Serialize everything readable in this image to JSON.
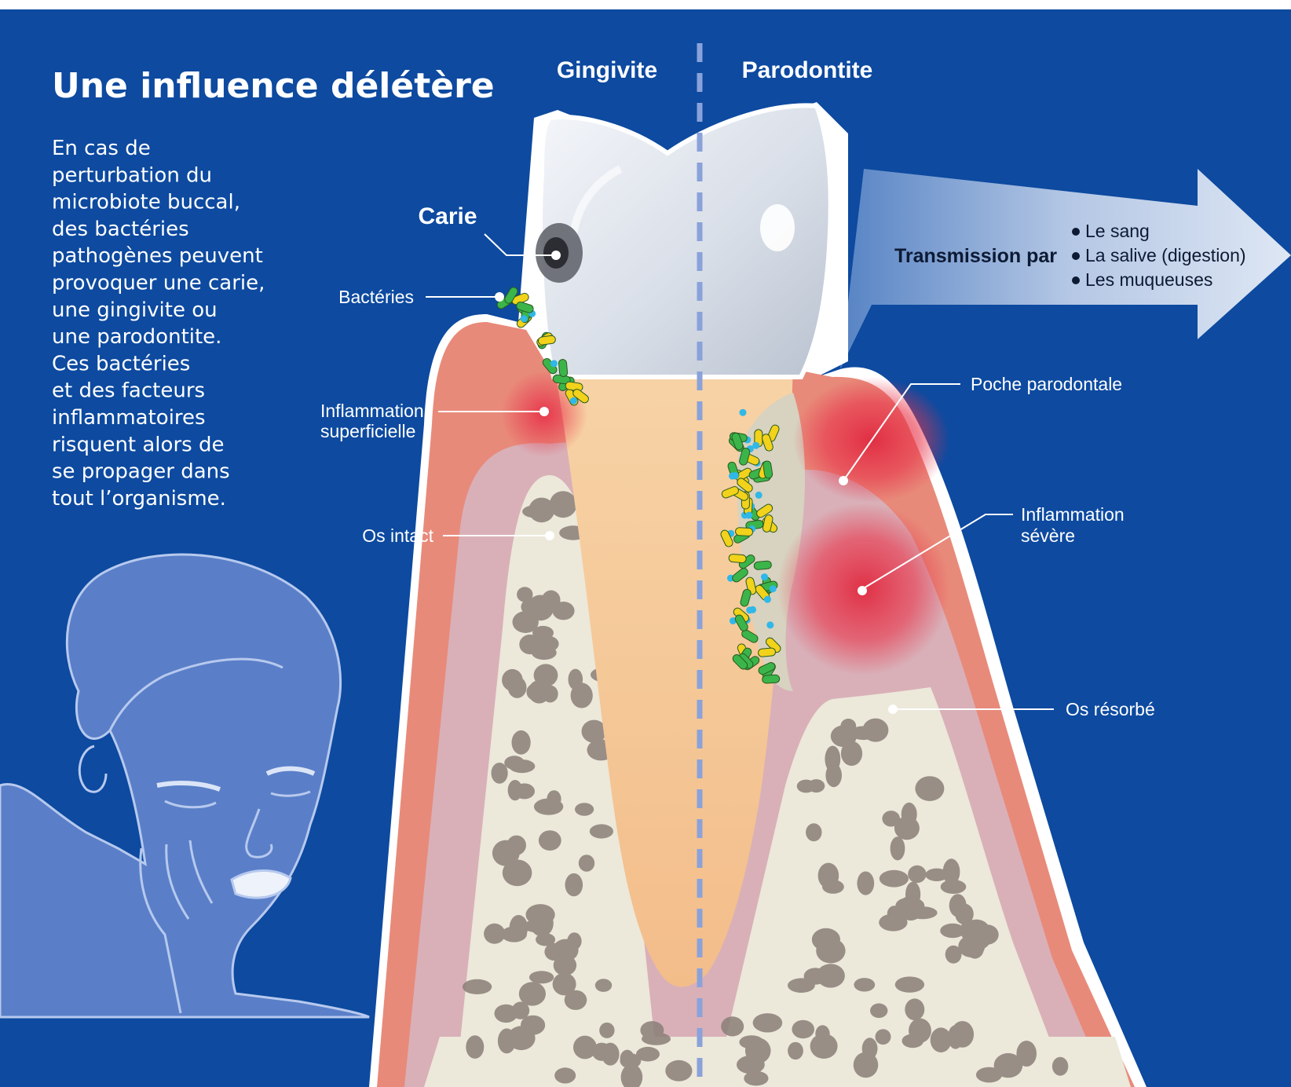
{
  "title": "Une influence délétère",
  "intro_lines": [
    "En cas de",
    "perturbation du",
    "microbiote buccal,",
    "des bactéries",
    "pathogènes peuvent",
    "provoquer une carie,",
    "une gingivite ou",
    "une parodontite.",
    "Ces bactéries",
    "et des facteurs",
    "inflammatoires",
    "risquent alors de",
    "se propager dans",
    "tout l’organisme."
  ],
  "sections": {
    "left": "Gingivite",
    "right": "Parodontite"
  },
  "labels": {
    "carie": "Carie",
    "bacteries": "Bactéries",
    "inflammation_superficielle": [
      "Inflammation",
      "superficielle"
    ],
    "os_intact": "Os intact",
    "poche_parodontale": "Poche parodontale",
    "inflammation_severe": [
      "Inflammation",
      "sévère"
    ],
    "os_resorbe": "Os résorbé"
  },
  "transmission": {
    "heading": "Transmission par",
    "items": [
      "Le sang",
      "La salive (digestion)",
      "Les muqueuses"
    ]
  },
  "colors": {
    "background": "#0d4aa0",
    "gum": "#e88a7a",
    "gum_inner": "#d9b0b8",
    "bone": "#ece8da",
    "enamel": "#e6ecf4",
    "dentin": "#f6c896",
    "inflammation": "#e8344a",
    "bacteria_green": "#3bb54a",
    "bacteria_yellow": "#f2d21a",
    "bacteria_blue": "#2fb8e8"
  },
  "icons": {
    "bullet": "bullet-dot-icon",
    "arrow": "transmission-arrow-icon",
    "person": "person-toothache-icon"
  }
}
